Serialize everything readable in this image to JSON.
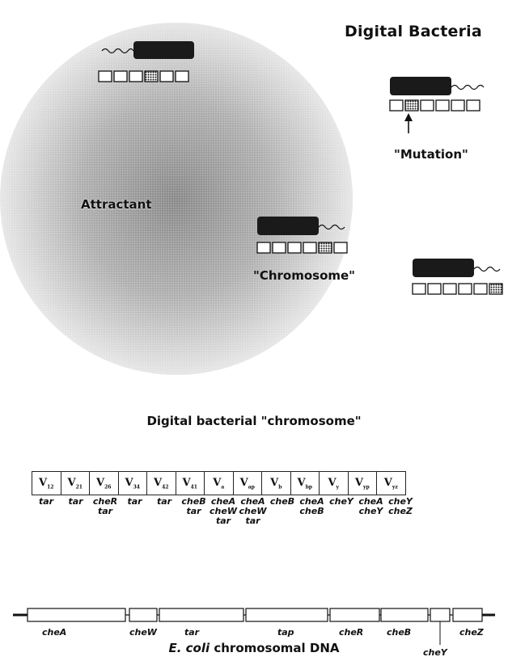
{
  "title": "Digital Bacteria",
  "labels": {
    "attractant": "Attractant",
    "chromosome": "\"Chromosome\"",
    "mutation": "\"Mutation\""
  },
  "section_title": "Digital bacterial \"chromosome\"",
  "genome_cells": [
    {
      "sym": "V",
      "sub": "12",
      "genes": "tar"
    },
    {
      "sym": "V",
      "sub": "21",
      "genes": "tar"
    },
    {
      "sym": "V",
      "sub": "26",
      "genes": "cheR\ntar"
    },
    {
      "sym": "V",
      "sub": "34",
      "genes": "tar"
    },
    {
      "sym": "V",
      "sub": "42",
      "genes": "tar"
    },
    {
      "sym": "V",
      "sub": "41",
      "genes": "cheB\ntar"
    },
    {
      "sym": "V",
      "sub": "a",
      "genes": "cheA\ncheW\ntar"
    },
    {
      "sym": "V",
      "sub": "ap",
      "genes": "cheA\ncheW\ntar"
    },
    {
      "sym": "V",
      "sub": "b",
      "genes": "cheB"
    },
    {
      "sym": "V",
      "sub": "bp",
      "genes": "cheA\ncheB"
    },
    {
      "sym": "V",
      "sub": "y",
      "genes": "cheY"
    },
    {
      "sym": "V",
      "sub": "yp",
      "genes": "cheA\ncheY"
    },
    {
      "sym": "V",
      "sub": "yz",
      "genes": "cheY\ncheZ"
    }
  ],
  "dna_genes": [
    "cheA",
    "cheW",
    "tar",
    "tap",
    "cheR",
    "cheB",
    "cheY",
    "cheZ"
  ],
  "dna_caption_italic": "E. coli",
  "dna_caption_rest": " chromosomal DNA",
  "colors": {
    "gradient_dark": "#8a8a8a",
    "gradient_light": "#e4e4e4",
    "ink": "#111111",
    "block": "#1a1a1a"
  },
  "chromosome_patterns": {
    "bacterium_1": [
      0,
      0,
      0,
      1,
      0,
      0
    ],
    "bacterium_2": [
      0,
      1,
      0,
      0,
      0,
      0
    ],
    "bacterium_3": [
      0,
      0,
      0,
      0,
      1,
      0
    ],
    "bacterium_4": [
      0,
      0,
      0,
      0,
      0,
      1
    ]
  }
}
